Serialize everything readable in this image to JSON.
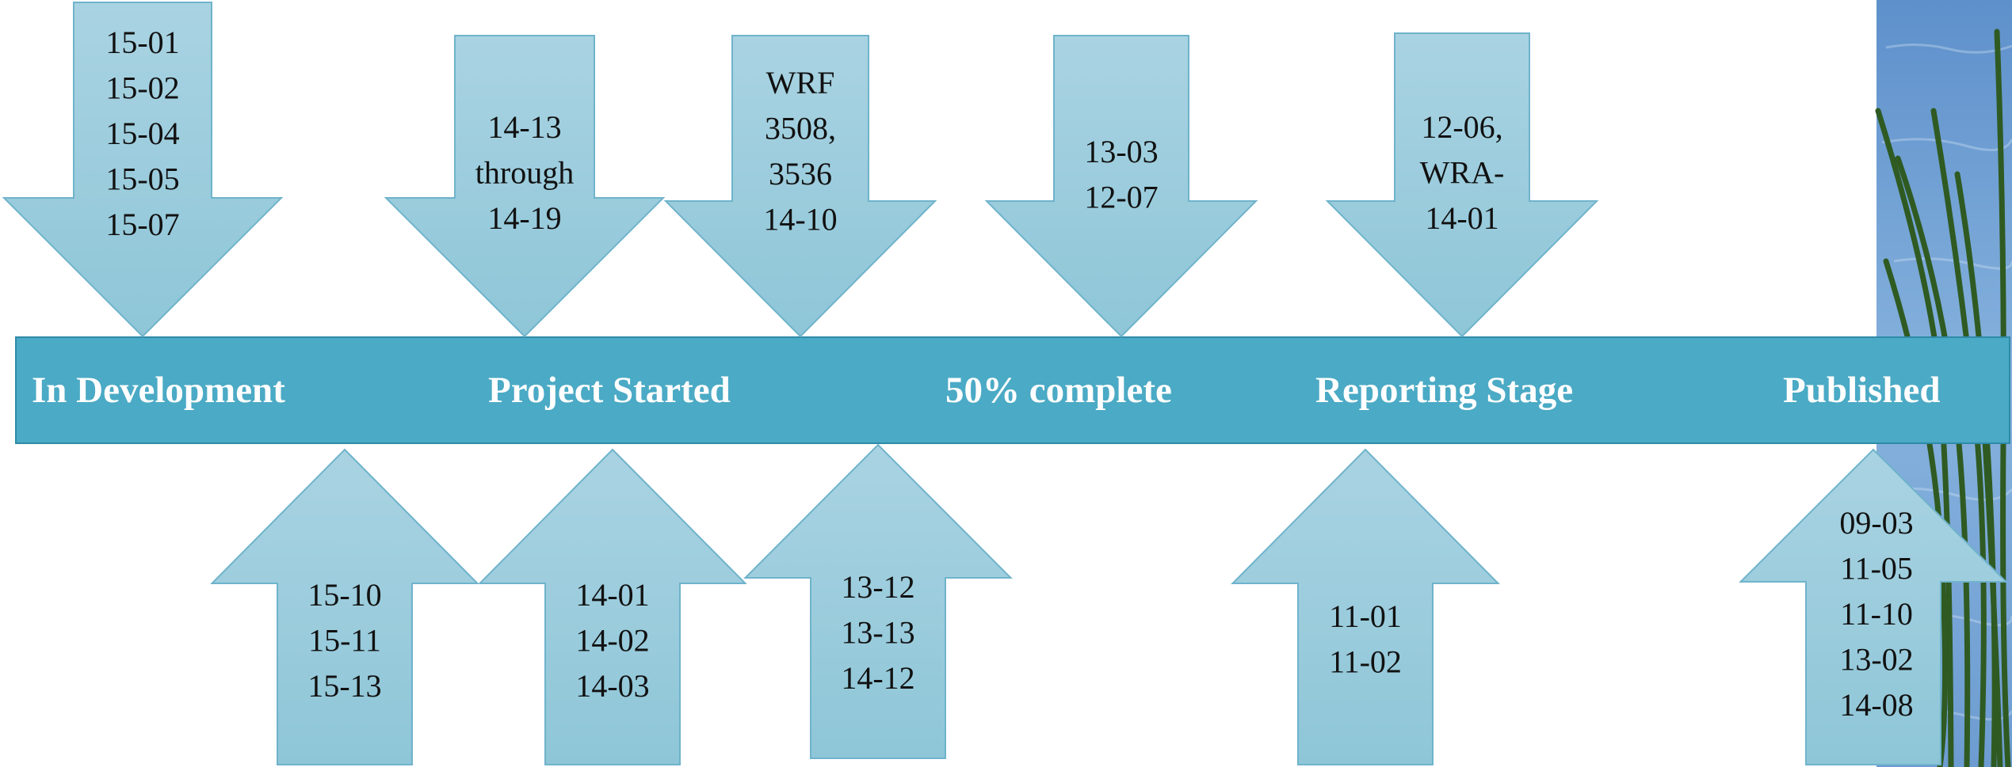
{
  "colors": {
    "timeline_band": "#4BAAC5",
    "timeline_border": "#2E8BA8",
    "arrow_fill_top": "#A9D3E2",
    "arrow_fill_bottom": "#8EC6D8",
    "arrow_stroke": "#6FB3CB",
    "water": "#6F9FD4",
    "reeds": "#2F5A22"
  },
  "stages": [
    "In Development",
    "Project Started",
    "50% complete",
    "Reporting Stage",
    "Published"
  ],
  "top_arrows": [
    {
      "lines": [
        "15-01",
        "15-02",
        "15-04",
        "15-05",
        "15-07"
      ]
    },
    {
      "lines": [
        "14-13",
        "through",
        "14-19"
      ]
    },
    {
      "lines": [
        "WRF",
        "3508,",
        "3536",
        "14-10"
      ]
    },
    {
      "lines": [
        "13-03",
        "12-07"
      ]
    },
    {
      "lines": [
        "12-06,",
        "WRA-",
        "14-01"
      ]
    }
  ],
  "bottom_arrows": [
    {
      "lines": [
        "15-10",
        "15-11",
        "15-13"
      ]
    },
    {
      "lines": [
        "14-01",
        "14-02",
        "14-03"
      ]
    },
    {
      "lines": [
        "13-12",
        "13-13",
        "14-12"
      ]
    },
    {
      "lines": [
        "11-01",
        "11-02"
      ]
    },
    {
      "lines": [
        "09-03",
        "11-05",
        "11-10",
        "13-02",
        "14-08"
      ]
    }
  ]
}
